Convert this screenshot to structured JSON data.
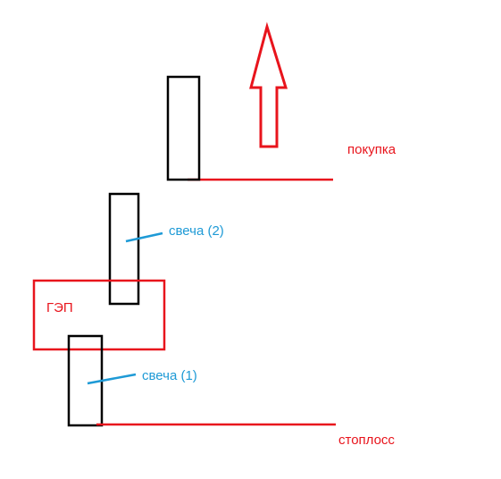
{
  "labels": {
    "buy": "покупка",
    "stoploss": "стоплосс",
    "gap": "ГЭП",
    "candle_2": "свеча (2)",
    "candle_1": "свеча (1)"
  },
  "colors": {
    "red": "#e8141c",
    "blue": "#1e9ad6",
    "black": "#000000"
  },
  "icons": {
    "arrow": "up-arrow-icon"
  }
}
